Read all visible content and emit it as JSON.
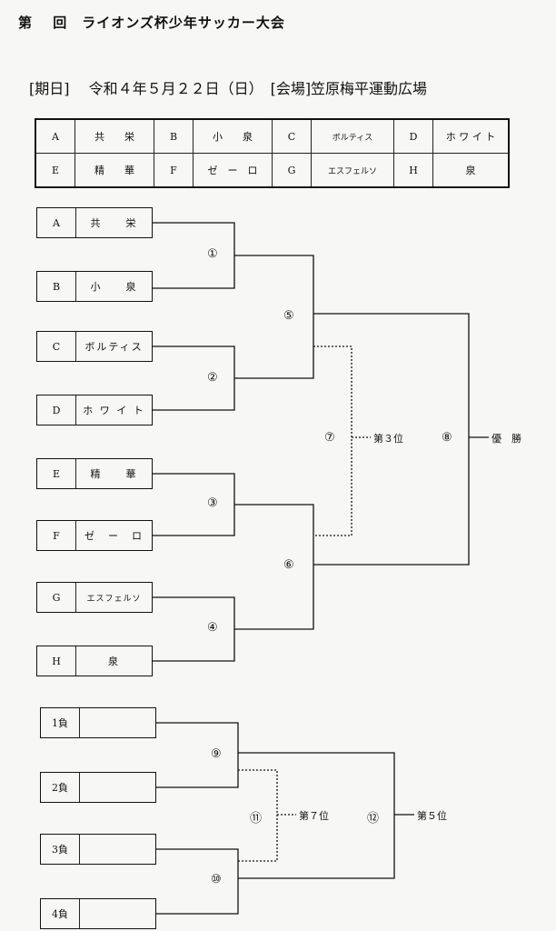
{
  "title": "第　 回　ライオンズ杯少年サッカー大会",
  "dateline": "[期日]　 令和４年５月２２日（日）　[会場]笠原梅平運動広場",
  "team_table": {
    "row1": [
      {
        "code": "A",
        "name": "共　　栄"
      },
      {
        "code": "B",
        "name": "小　　泉"
      },
      {
        "code": "C",
        "name": "ボルティス"
      },
      {
        "code": "D",
        "name": "ホ ワ イ ト"
      }
    ],
    "row2": [
      {
        "code": "E",
        "name": "精　　華"
      },
      {
        "code": "F",
        "name": "ゼ　ー　ロ"
      },
      {
        "code": "G",
        "name": "エスフェルソ"
      },
      {
        "code": "H",
        "name": "泉"
      }
    ]
  },
  "bracket_teams": [
    {
      "code": "A",
      "name": "共　　栄"
    },
    {
      "code": "B",
      "name": "小　　泉"
    },
    {
      "code": "C",
      "name": "ボルティス"
    },
    {
      "code": "D",
      "name": "ホ ワ イ ト"
    },
    {
      "code": "E",
      "name": "精　　華"
    },
    {
      "code": "F",
      "name": "ゼ　ー　ロ"
    },
    {
      "code": "G",
      "name": "エスフェルソ"
    },
    {
      "code": "H",
      "name": "泉"
    }
  ],
  "losers": [
    {
      "label": "1負"
    },
    {
      "label": "2負"
    },
    {
      "label": "3負"
    },
    {
      "label": "4負"
    }
  ],
  "matches": {
    "m1": "①",
    "m2": "②",
    "m3": "③",
    "m4": "④",
    "m5": "⑤",
    "m6": "⑥",
    "m7": "⑦",
    "m8": "⑧",
    "m9": "⑨",
    "m10": "⑩",
    "m11": "⑪",
    "m12": "⑫"
  },
  "labels": {
    "third": "第３位",
    "champion": "優　勝",
    "seventh": "第７位",
    "fifth": "第５位"
  }
}
